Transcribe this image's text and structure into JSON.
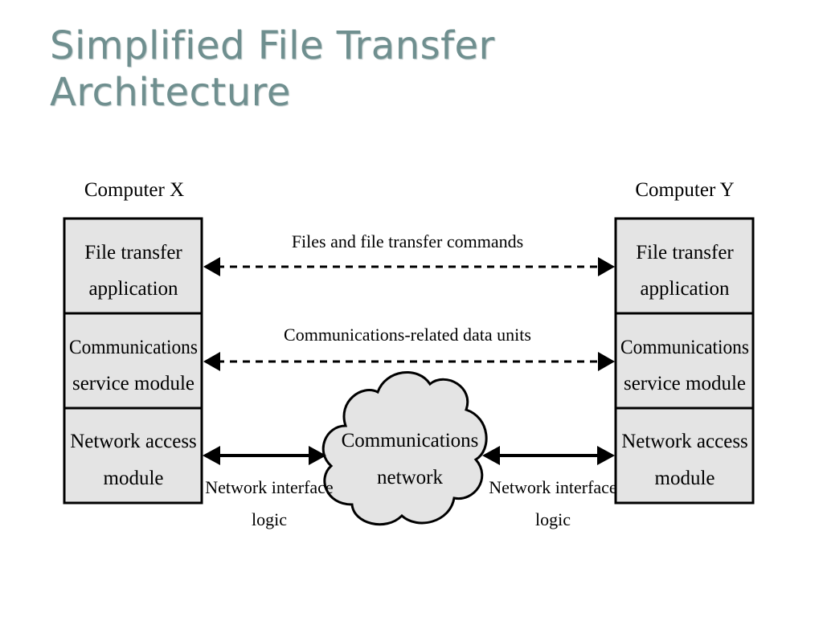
{
  "title": {
    "line1": "Simplified File Transfer",
    "line2": "Architecture"
  },
  "diagram": {
    "computer_x": {
      "label": "Computer X",
      "layers": [
        {
          "line1": "File transfer",
          "line2": "application"
        },
        {
          "line1": "Communications",
          "line2": "service module"
        },
        {
          "line1": "Network access",
          "line2": "module"
        }
      ]
    },
    "computer_y": {
      "label": "Computer Y",
      "layers": [
        {
          "line1": "File transfer",
          "line2": "application"
        },
        {
          "line1": "Communications",
          "line2": "service module"
        },
        {
          "line1": "Network access",
          "line2": "module"
        }
      ]
    },
    "links": {
      "files_commands": "Files and file transfer commands",
      "data_units": "Communications-related data units"
    },
    "network": {
      "line1": "Communications",
      "line2": "network"
    },
    "interface_left": {
      "line1": "Network interface",
      "line2": "logic"
    },
    "interface_right": {
      "line1": "Network interface",
      "line2": "logic"
    }
  }
}
